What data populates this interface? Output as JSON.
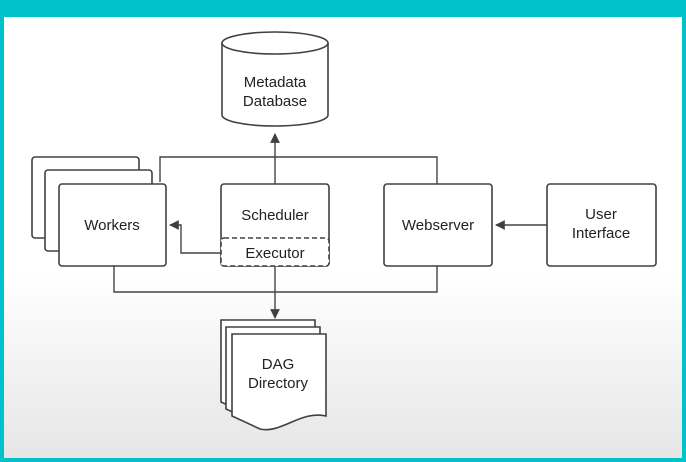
{
  "diagram": {
    "nodes": {
      "metadata_db": {
        "line1": "Metadata",
        "line2": "Database"
      },
      "workers": {
        "label": "Workers"
      },
      "scheduler": {
        "label": "Scheduler"
      },
      "executor": {
        "label": "Executor"
      },
      "webserver": {
        "label": "Webserver"
      },
      "user_interface": {
        "line1": "User",
        "line2": "Interface"
      },
      "dag_directory": {
        "line1": "DAG",
        "line2": "Directory"
      }
    },
    "edges": [
      {
        "from": "scheduler",
        "to": "metadata_db"
      },
      {
        "from": "workers",
        "to": "metadata_db"
      },
      {
        "from": "webserver",
        "to": "metadata_db"
      },
      {
        "from": "executor",
        "to": "workers"
      },
      {
        "from": "user_interface",
        "to": "webserver"
      },
      {
        "from": "scheduler",
        "to": "dag_directory"
      },
      {
        "from": "workers",
        "to": "dag_directory"
      },
      {
        "from": "webserver",
        "to": "dag_directory"
      }
    ],
    "colors": {
      "frame": "#00c2cc",
      "stroke": "#404040",
      "text": "#222222"
    }
  }
}
